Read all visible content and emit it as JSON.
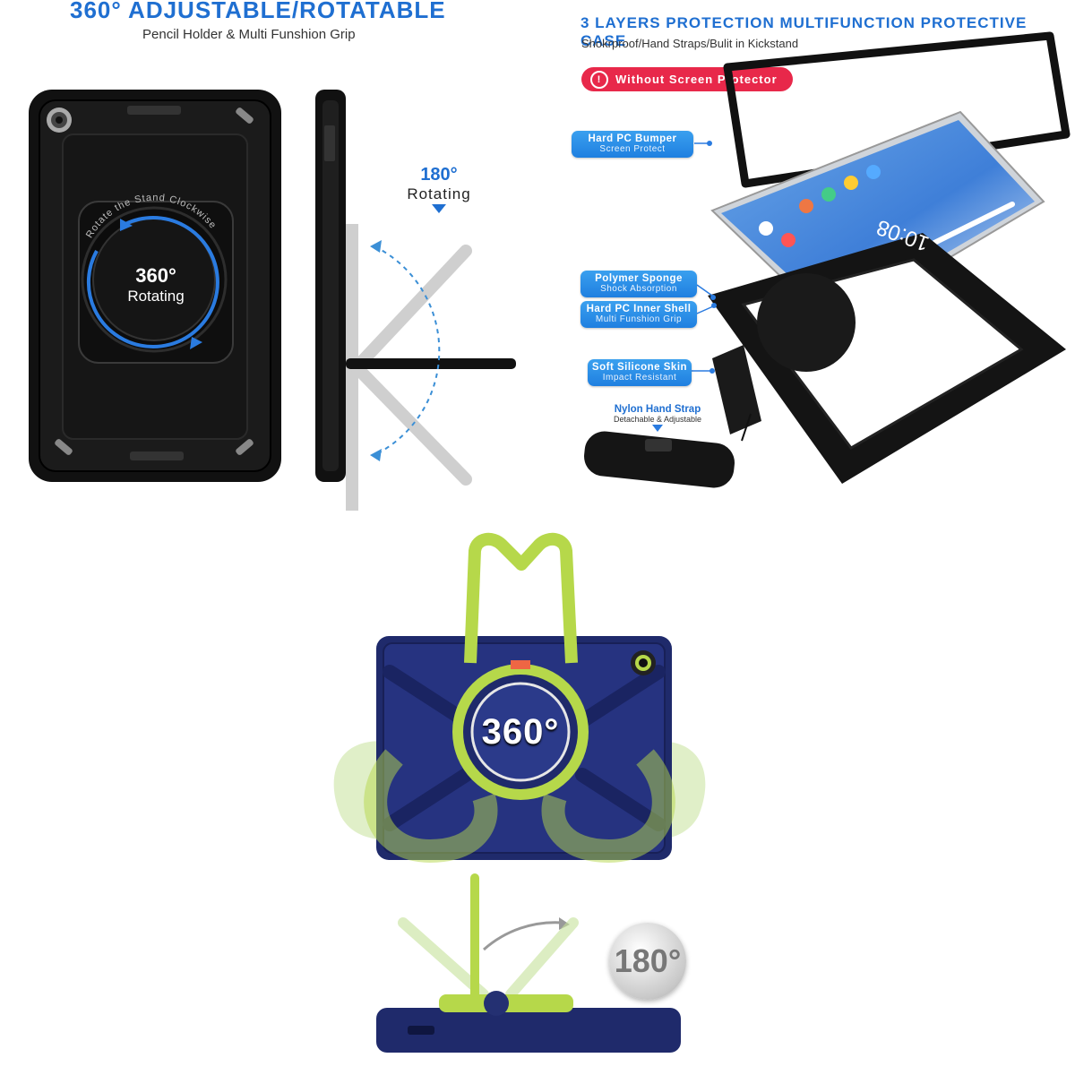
{
  "panel_left": {
    "title": "360° ADJUSTABLE/ROTATABLE",
    "subtitle": "Pencil Holder & Multi Funshion Grip",
    "ring_text": "Rotate the Stand Clockwise",
    "center_big": "360°",
    "center_small": "Rotating",
    "rotate_big": "180°",
    "rotate_small": "Rotating"
  },
  "panel_right": {
    "title": "3 LAYERS PROTECTION MULTIFUNCTION PROTECTIVE CASE",
    "subtitle": "Shokrproof/Hand Straps/Bulit in Kickstand",
    "warning": "Without Screen Protector",
    "screen_time": "10:08",
    "labels": [
      {
        "title": "Hard PC Bumper",
        "sub": "Screen Protect"
      },
      {
        "title": "Polymer Sponge",
        "sub": "Shock Absorption"
      },
      {
        "title": "Hard PC Inner Shell",
        "sub": "Multi Funshion Grip"
      },
      {
        "title": "Soft Silicone Skin",
        "sub": "Impact Resistant"
      }
    ],
    "strap_title": "Nylon Hand Strap",
    "strap_sub": "Detachable & Adjustable"
  },
  "panel_bottom": {
    "badge_360": "360°",
    "badge_180": "180°"
  },
  "colors": {
    "accent_blue": "#1f6fd1",
    "warning_red": "#e8284a",
    "navy": "#1f2a6b",
    "lime": "#b6d84a"
  }
}
